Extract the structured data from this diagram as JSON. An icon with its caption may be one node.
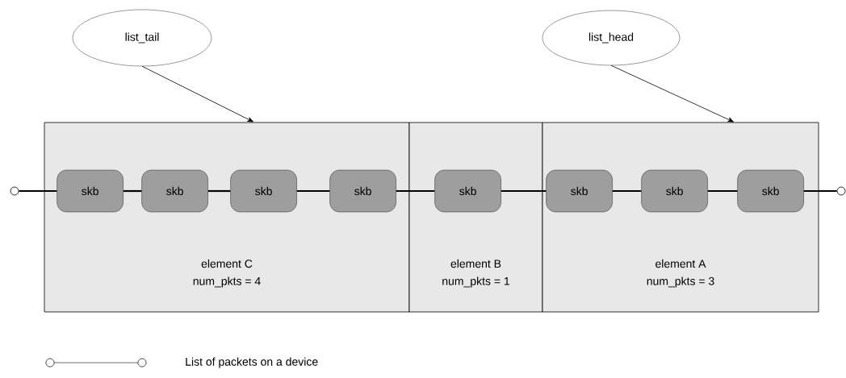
{
  "diagram": {
    "nodes": [
      {
        "text": [
          "list_tail"
        ]
      },
      {
        "text": [
          "list_head"
        ]
      },
      {
        "text": [
          "element C",
          "num_pkts = 4"
        ]
      },
      {
        "text": [
          "skb"
        ],
        "in": 2
      },
      {
        "text": [
          "skb"
        ],
        "in": 2
      },
      {
        "text": [
          "skb"
        ],
        "in": 2
      },
      {
        "text": [
          "skb"
        ],
        "in": 2
      },
      {
        "text": [
          "element B",
          "num_pkts = 1"
        ]
      },
      {
        "text": [
          "skb"
        ],
        "in": 7
      },
      {
        "text": [
          "element A",
          "num_pkts = 3"
        ]
      },
      {
        "text": [
          "skb"
        ],
        "in": 9
      },
      {
        "text": [
          "skb"
        ],
        "in": 9
      },
      {
        "text": [
          "skb"
        ],
        "in": 9
      },
      {
        "text": [],
        "shape": "circle"
      },
      {
        "text": [],
        "shape": "circle"
      }
    ],
    "edges": [
      {
        "from": 0,
        "to": 2,
        "arrow": "to"
      },
      {
        "from": 1,
        "to": 9,
        "arrow": "to"
      },
      {
        "from": 13,
        "to": 3,
        "arrow": "none"
      },
      {
        "from": 3,
        "to": 4,
        "arrow": "none"
      },
      {
        "from": 4,
        "to": 5,
        "arrow": "none"
      },
      {
        "from": 5,
        "to": 6,
        "arrow": "none"
      },
      {
        "from": 6,
        "to": 8,
        "arrow": "none"
      },
      {
        "from": 8,
        "to": 10,
        "arrow": "none"
      },
      {
        "from": 10,
        "to": 11,
        "arrow": "none"
      },
      {
        "from": 11,
        "to": 12,
        "arrow": "none"
      },
      {
        "from": 12,
        "to": 14,
        "arrow": "none"
      }
    ],
    "legend": [
      {
        "text": "List of packets on a device"
      }
    ]
  }
}
